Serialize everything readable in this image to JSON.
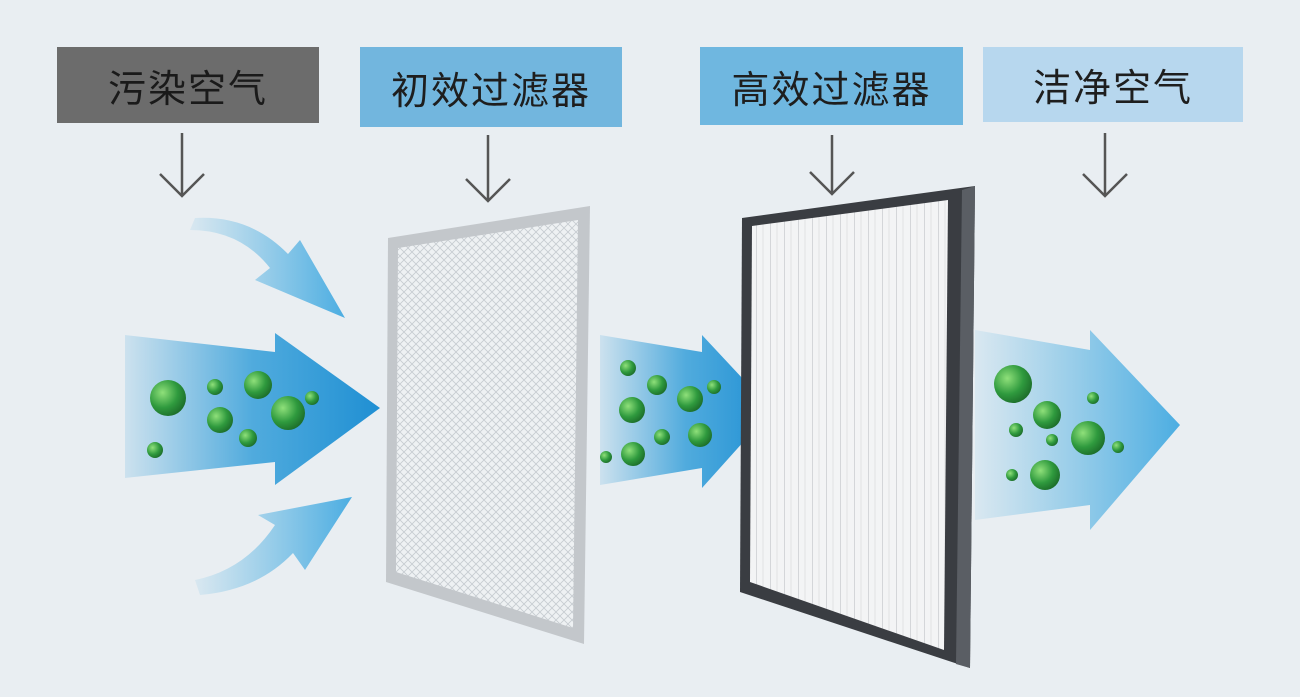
{
  "stages": [
    {
      "label": "污染空气"
    },
    {
      "label": "初效过滤器"
    },
    {
      "label": "高效过滤器"
    },
    {
      "label": "洁净空气"
    }
  ],
  "colors": {
    "arrow_blue": "#2a9ad8",
    "particle_green": "#3aa84a",
    "primary_frame": "#b8bcc0",
    "hepa_frame": "#3a3d42"
  }
}
